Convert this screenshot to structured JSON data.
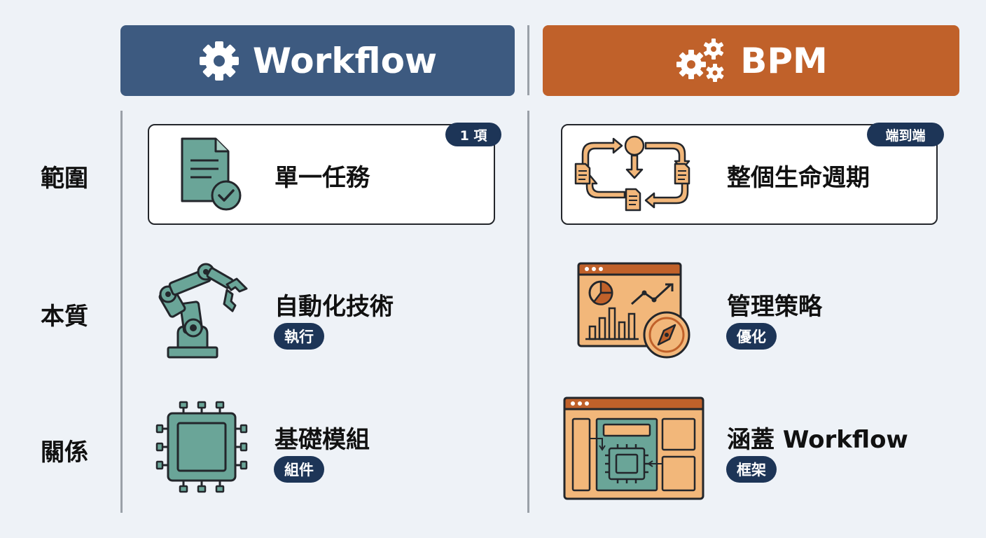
{
  "colors": {
    "workflow_header": "#3d5a80",
    "bpm_header": "#c0612a",
    "teal_icon": "#6aa598",
    "orange_icon": "#f2b77a",
    "badge": "#1d3557"
  },
  "headers": {
    "workflow": {
      "title": "Workflow",
      "icon": "gear-icon"
    },
    "bpm": {
      "title": "BPM",
      "icon": "gears-icon"
    }
  },
  "rows": {
    "scope": "範圍",
    "nature": "本質",
    "relation": "關係"
  },
  "workflow": {
    "scope": {
      "title": "單一任務",
      "badge": "1 項",
      "icon": "document-check-icon"
    },
    "nature": {
      "title": "自動化技術",
      "tag": "執行",
      "icon": "robot-arm-icon"
    },
    "relation": {
      "title": "基礎模組",
      "tag": "組件",
      "icon": "chip-icon"
    }
  },
  "bpm": {
    "scope": {
      "title": "整個生命週期",
      "badge": "端到端",
      "icon": "process-cycle-icon"
    },
    "nature": {
      "title": "管理策略",
      "tag": "優化",
      "icon": "dashboard-compass-icon"
    },
    "relation": {
      "title": "涵蓋 Workflow",
      "tag": "框架",
      "icon": "framework-chip-icon"
    }
  }
}
